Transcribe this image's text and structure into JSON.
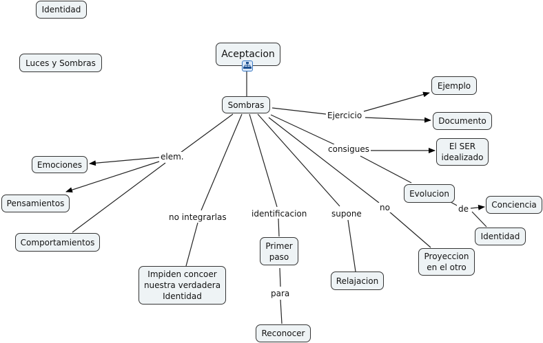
{
  "map": {
    "nodes": {
      "identidad_top": "Identidad",
      "luces_sombras": "Luces y Sombras",
      "aceptacion": "Aceptacion",
      "sombras": "Sombras",
      "ejemplo": "Ejemplo",
      "documento": "Documento",
      "el_ser": "El SER\nidealizado",
      "evolucion": "Evolucion",
      "conciencia": "Conciencia",
      "identidad_right": "Identidad",
      "proyeccion": "Proyeccion\nen el otro",
      "emociones": "Emociones",
      "pensamientos": "Pensamientos",
      "comportamientos": "Comportamientos",
      "impiden": "Impiden concoer\nnuestra verdadera\nIdentidad",
      "primer_paso": "Primer\npaso",
      "relajacion": "Relajacion",
      "reconocer": "Reconocer"
    },
    "links": {
      "ejercicio": "Ejercicio",
      "consigues": "consigues",
      "elem": "elem.",
      "no_integrarlas": "no integrarlas",
      "identificacion": "identificacion",
      "supone": "supone",
      "no": "no",
      "de": "de",
      "para": "para"
    },
    "icons": {
      "submap": "submap-icon"
    }
  }
}
